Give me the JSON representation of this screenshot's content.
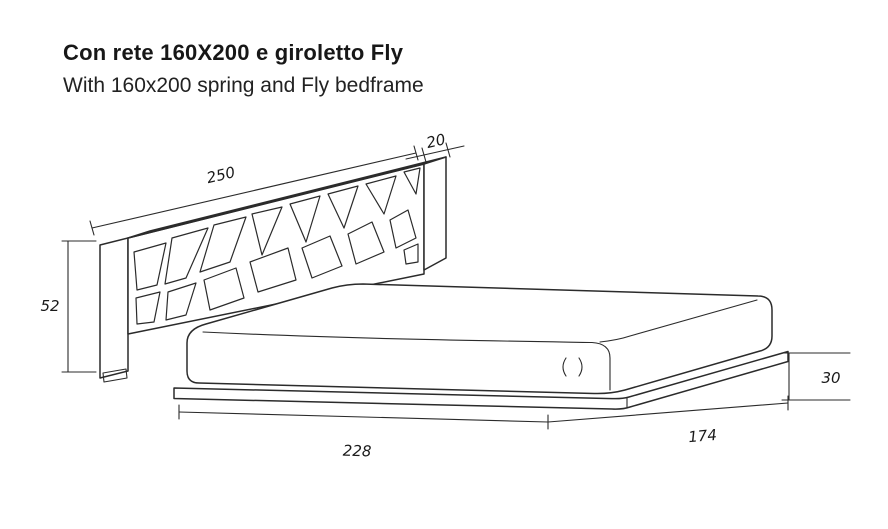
{
  "header": {
    "title": "Con rete 160X200 e giroletto Fly",
    "subtitle": "With 160x200 spring and Fly bedframe"
  },
  "diagram": {
    "subject": "bed-with-fly-bedframe-technical-drawing",
    "dimensions": {
      "headboard_width": "250",
      "headboard_thickness": "20",
      "headboard_height": "52",
      "bed_length": "228",
      "bed_width": "174",
      "frame_height": "30"
    },
    "colors": {
      "line": "#2b2b2b",
      "text": "#1a1a1a",
      "background": "#ffffff"
    }
  }
}
